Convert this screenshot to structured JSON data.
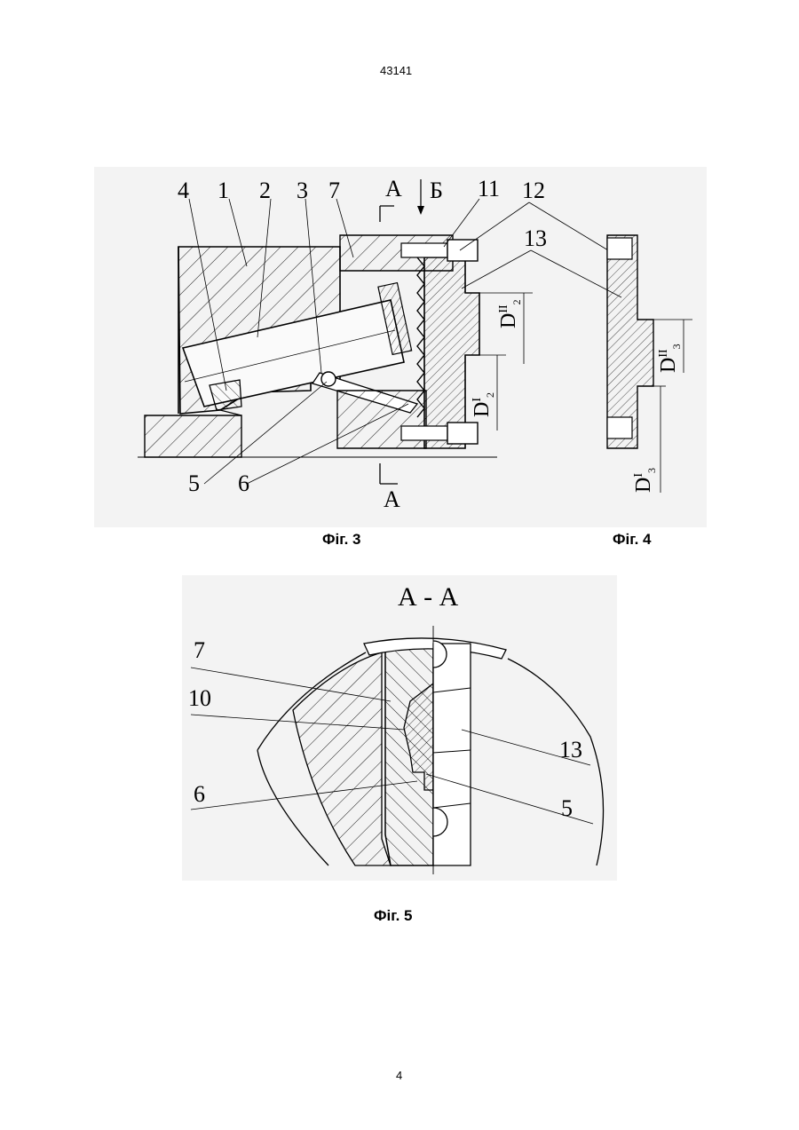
{
  "header": {
    "doc_number": "43141"
  },
  "footer": {
    "page_number": "4"
  },
  "fig3": {
    "caption": "Фіг. 3",
    "callouts": [
      "4",
      "1",
      "2",
      "3",
      "7",
      "11",
      "12",
      "13",
      "5",
      "6"
    ],
    "section_mark": "А",
    "view_mark": "Б",
    "dims": {
      "d2_outer": "D",
      "d2_outer_sup": "II",
      "d2_outer_sub": "2",
      "d2_inner": "D",
      "d2_inner_sup": "I",
      "d2_inner_sub": "2"
    }
  },
  "fig4": {
    "caption": "Фіг. 4",
    "dims": {
      "d3_outer": "D",
      "d3_outer_sup": "II",
      "d3_outer_sub": "3",
      "d3_inner": "D",
      "d3_inner_sup": "I",
      "d3_inner_sub": "3"
    }
  },
  "fig5": {
    "caption": "Фіг. 5",
    "title": "А - А",
    "callouts": [
      "7",
      "10",
      "6",
      "13",
      "5"
    ]
  }
}
